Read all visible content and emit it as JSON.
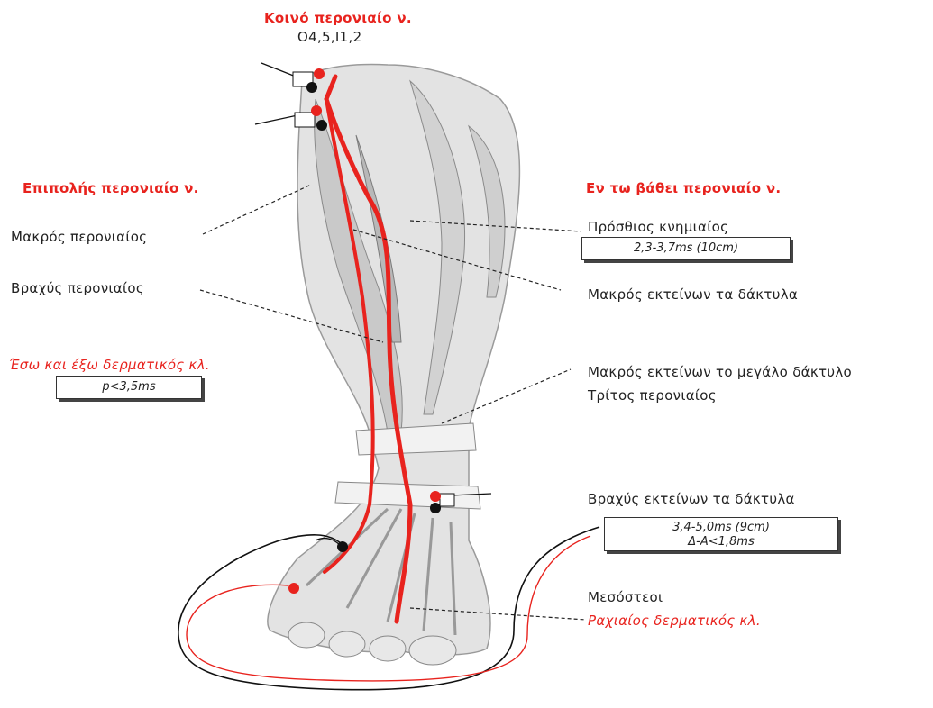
{
  "title": {
    "main": "Κοινό περονιαίο ν.",
    "segments": "Ο4,5,Ι1,2"
  },
  "left_nerve": "Επιπολής περονιαίο ν.",
  "right_nerve": "Εν τω βάθει περονιαίο ν.",
  "left_labels": {
    "peroneus_longus": "Μακρός περονιαίος",
    "peroneus_brevis": "Βραχύς περονιαίος",
    "cutaneous_branches": "Έσω και έξω δερματικός κλ."
  },
  "right_labels": {
    "tibialis_anterior": "Πρόσθιος κνημιαίος",
    "ext_digitorum_longus": "Μακρός εκτείνων τα δάκτυλα",
    "ext_hallucis_longus": "Μακρός εκτείνων το μεγάλο δάκτυλο",
    "peroneus_tertius": "Τρίτος περονιαίος",
    "ext_digitorum_brevis": "Βραχύς εκτείνων τα δάκτυλα",
    "interossei": "Μεσόστεοι",
    "dorsal_cutaneous": "Ραχιαίος δερματικός κλ."
  },
  "boxes": {
    "tibialis": "2,3-3,7ms (10cm)",
    "sensory": "p<3,5ms",
    "edb_line1": "3,4-5,0ms (9cm)",
    "edb_line2": "Δ-Α<1,8ms"
  },
  "colors": {
    "nerve": "#e8231e",
    "electrode_black": "#111111",
    "text": "#222222"
  }
}
